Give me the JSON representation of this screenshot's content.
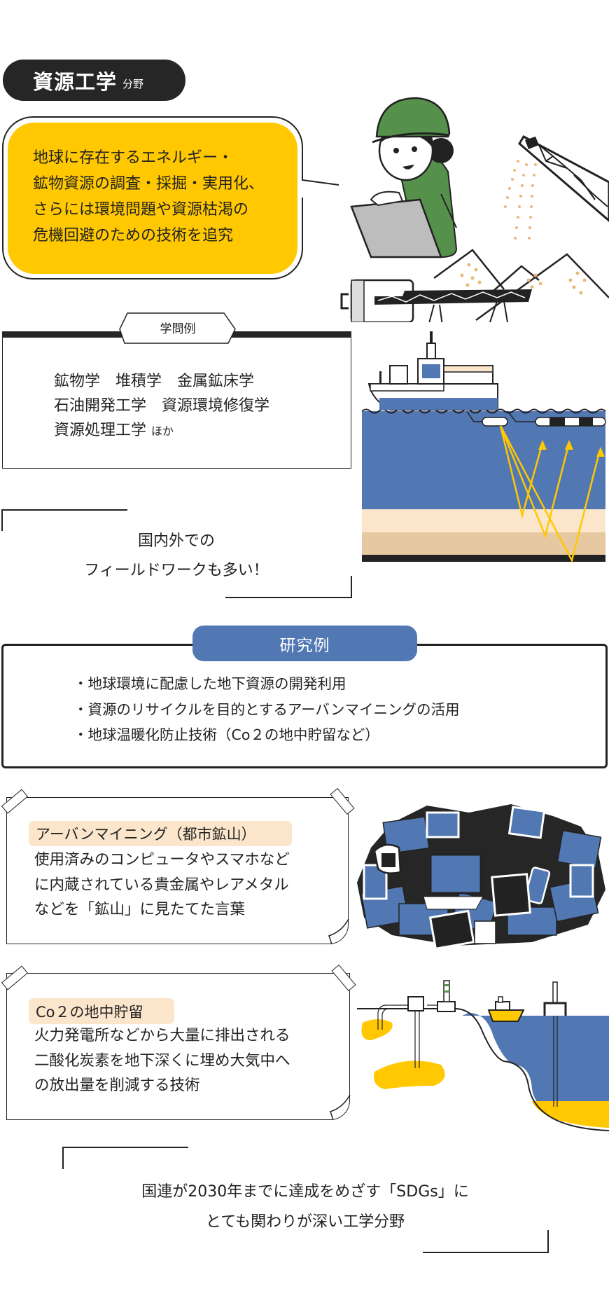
{
  "header": {
    "title": "資源工学",
    "subtitle": "分野"
  },
  "intro": {
    "bubble_lines": [
      "地球に存在するエネルギー・",
      "鉱物資源の調査・採掘・実用化、",
      "さらには環境問題や資源枯渇の",
      "危機回避のための技術を追究"
    ],
    "bubble_color": "#ffc800"
  },
  "academic_fields": {
    "label": "学問例",
    "lines": [
      "鉱物学　堆積学　金属鉱床学",
      "石油開発工学　資源環境修復学",
      "資源処理工学"
    ],
    "suffix": "ほか"
  },
  "fieldwork_note": {
    "lines": [
      "国内外での",
      "フィールドワークも多い！"
    ]
  },
  "research": {
    "label": "研究例",
    "label_color": "#5278b3",
    "items": [
      "地球環境に配慮した地下資源の開発利用",
      "資源のリサイクルを目的とするアーバンマイニングの活用",
      "地球温暖化防止技術（Co２の地中貯留など）"
    ]
  },
  "cards": [
    {
      "title": "アーバンマイニング（都市鉱山）",
      "body_lines": [
        "使用済みのコンピュータやスマホなど",
        "に内蔵されている貴金属やレアメタル",
        "などを「鉱山」に見たてた言葉"
      ]
    },
    {
      "title": "Co２の地中貯留",
      "body_lines": [
        "火力発電所などから大量に排出される",
        "二酸化炭素を地下深くに埋め大気中へ",
        "の放出量を削減する技術"
      ]
    }
  ],
  "closing_note": {
    "lines": [
      "国連が2030年までに達成をめざす「SDGs」に",
      "とても関わりが深い工学分野"
    ]
  },
  "colors": {
    "dark": "#262626",
    "yellow": "#ffc800",
    "blue": "#5278b3",
    "green": "#55914a",
    "sand_light": "#fbe6cc",
    "sand_dark": "#e6c9a0",
    "dots": "#e8b97a"
  }
}
